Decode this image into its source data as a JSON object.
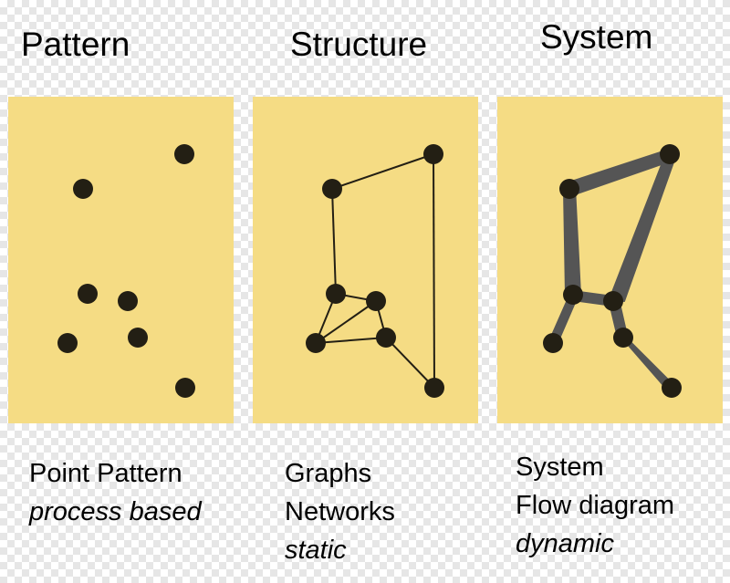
{
  "columns": [
    {
      "title": "Pattern",
      "caption": [
        "Point Pattern",
        "process based"
      ],
      "italic": [
        false,
        true
      ]
    },
    {
      "title": "Structure",
      "caption": [
        "Graphs",
        "Networks",
        "static"
      ],
      "italic": [
        false,
        false,
        true
      ]
    },
    {
      "title": "System",
      "caption": [
        "System",
        "Flow diagram",
        "dynamic"
      ],
      "italic": [
        false,
        false,
        true
      ]
    }
  ],
  "colors": {
    "panel": "#f5dc84",
    "node": "#231f14",
    "edge": "#231f14",
    "flow": "#555555"
  }
}
